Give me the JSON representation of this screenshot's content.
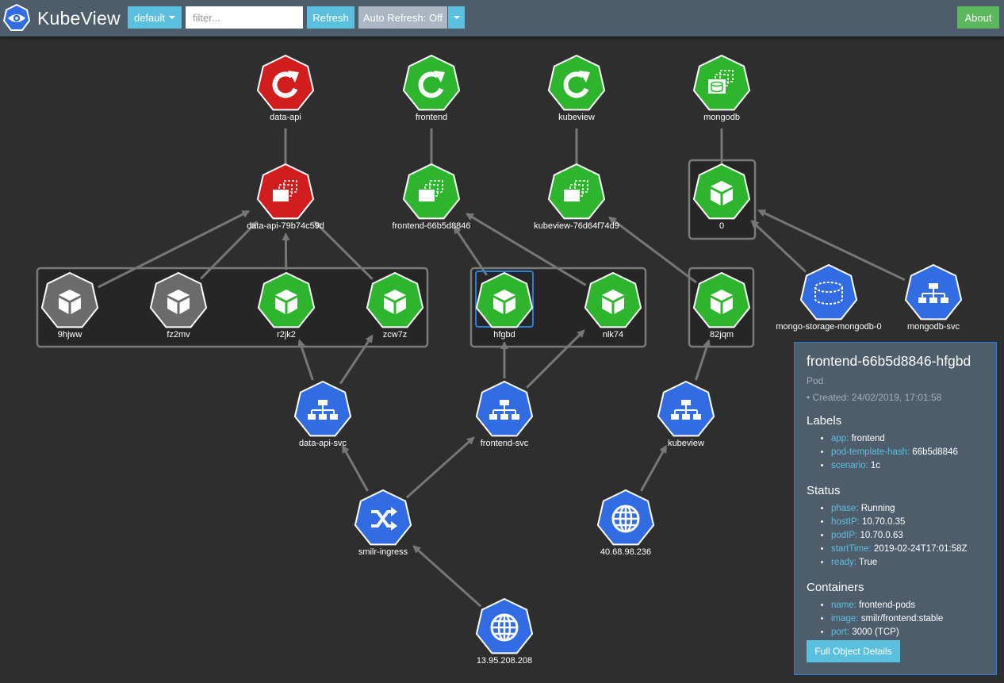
{
  "navbar": {
    "brand": "KubeView",
    "namespace_label": "default",
    "filter_placeholder": "filter...",
    "refresh_label": "Refresh",
    "auto_refresh_label": "Auto Refresh: Off",
    "about_label": "About"
  },
  "graph": {
    "nodes": [
      {
        "id": "dep-data-api",
        "label": "data-api",
        "kind": "deployment",
        "status": "red"
      },
      {
        "id": "dep-frontend",
        "label": "frontend",
        "kind": "deployment",
        "status": "green"
      },
      {
        "id": "dep-kubeview",
        "label": "kubeview",
        "kind": "deployment",
        "status": "green"
      },
      {
        "id": "ss-mongodb",
        "label": "mongodb",
        "kind": "statefulset",
        "status": "green"
      },
      {
        "id": "rs-data-api",
        "label": "data-api-79b74c59d",
        "kind": "replicaset",
        "status": "red"
      },
      {
        "id": "rs-frontend",
        "label": "frontend-66b5d8846",
        "kind": "replicaset",
        "status": "green"
      },
      {
        "id": "rs-kubeview",
        "label": "kubeview-76d64f74d9",
        "kind": "replicaset",
        "status": "green"
      },
      {
        "id": "pod-mongo-0",
        "label": "0",
        "kind": "pod",
        "status": "green"
      },
      {
        "id": "pod-9hjww",
        "label": "9hjww",
        "kind": "pod",
        "status": "grey"
      },
      {
        "id": "pod-fz2mv",
        "label": "fz2mv",
        "kind": "pod",
        "status": "grey"
      },
      {
        "id": "pod-r2jk2",
        "label": "r2jk2",
        "kind": "pod",
        "status": "green"
      },
      {
        "id": "pod-zcw7z",
        "label": "zcw7z",
        "kind": "pod",
        "status": "green"
      },
      {
        "id": "pod-hfgbd",
        "label": "hfgbd",
        "kind": "pod",
        "status": "green",
        "selected": true
      },
      {
        "id": "pod-nlk74",
        "label": "nlk74",
        "kind": "pod",
        "status": "green"
      },
      {
        "id": "pod-82jqm",
        "label": "82jqm",
        "kind": "pod",
        "status": "green"
      },
      {
        "id": "pvc-mongo",
        "label": "mongo-storage-mongodb-0",
        "kind": "pvc",
        "status": "blue"
      },
      {
        "id": "svc-mongodb",
        "label": "mongodb-svc",
        "kind": "service",
        "status": "blue"
      },
      {
        "id": "svc-data-api",
        "label": "data-api-svc",
        "kind": "service",
        "status": "blue"
      },
      {
        "id": "svc-frontend",
        "label": "frontend-svc",
        "kind": "service",
        "status": "blue"
      },
      {
        "id": "svc-kubeview",
        "label": "kubeview",
        "kind": "service",
        "status": "blue"
      },
      {
        "id": "ing-smilr",
        "label": "smilr-ingress",
        "kind": "ingress",
        "status": "blue"
      },
      {
        "id": "ip-40",
        "label": "40.68.98.236",
        "kind": "ip",
        "status": "blue"
      },
      {
        "id": "ip-13",
        "label": "13.95.208.208",
        "kind": "ip",
        "status": "blue"
      }
    ],
    "edges": [
      [
        "dep-data-api",
        "rs-data-api"
      ],
      [
        "dep-frontend",
        "rs-frontend"
      ],
      [
        "dep-kubeview",
        "rs-kubeview"
      ],
      [
        "ss-mongodb",
        "pod-mongo-0"
      ],
      [
        "rs-data-api",
        "pod-9hjww"
      ],
      [
        "rs-data-api",
        "pod-fz2mv"
      ],
      [
        "rs-data-api",
        "pod-r2jk2"
      ],
      [
        "rs-data-api",
        "pod-zcw7z"
      ],
      [
        "rs-frontend",
        "pod-hfgbd"
      ],
      [
        "rs-frontend",
        "pod-nlk74"
      ],
      [
        "rs-kubeview",
        "pod-82jqm"
      ],
      [
        "pod-mongo-0",
        "pvc-mongo"
      ],
      [
        "pod-mongo-0",
        "svc-mongodb"
      ],
      [
        "pod-r2jk2",
        "svc-data-api"
      ],
      [
        "pod-zcw7z",
        "svc-data-api"
      ],
      [
        "pod-hfgbd",
        "svc-frontend"
      ],
      [
        "pod-nlk74",
        "svc-frontend"
      ],
      [
        "pod-82jqm",
        "svc-kubeview"
      ],
      [
        "svc-data-api",
        "ing-smilr"
      ],
      [
        "svc-frontend",
        "ing-smilr"
      ],
      [
        "svc-kubeview",
        "ip-40"
      ],
      [
        "ing-smilr",
        "ip-13"
      ]
    ],
    "colors": {
      "green": "#2db52d",
      "red": "#d11d1d",
      "grey": "#6b6b6b",
      "blue": "#326ce5",
      "edge": "#777777",
      "group": "#7a7a7a",
      "selected": "#2b7fd8"
    }
  },
  "panel": {
    "title": "frontend-66b5d8846-hfgbd",
    "type": "Pod",
    "created": "• Created: 24/02/2019, 17:01:58",
    "labels_heading": "Labels",
    "labels": [
      {
        "key": "app:",
        "value": "frontend"
      },
      {
        "key": "pod-template-hash:",
        "value": "66b5d8846"
      },
      {
        "key": "scenario:",
        "value": "1c"
      }
    ],
    "status_heading": "Status",
    "status": [
      {
        "key": "phase:",
        "value": "Running"
      },
      {
        "key": "hostIP:",
        "value": "10.70.0.35"
      },
      {
        "key": "podIP:",
        "value": "10.70.0.63"
      },
      {
        "key": "startTime:",
        "value": "2019-02-24T17:01:58Z"
      },
      {
        "key": "ready:",
        "value": "True"
      }
    ],
    "containers_heading": "Containers",
    "containers": [
      {
        "key": "name:",
        "value": "frontend-pods"
      },
      {
        "key": "image:",
        "value": "smilr/frontend:stable"
      },
      {
        "key": "port:",
        "value": "3000 (TCP)"
      }
    ],
    "details_button": "Full Object Details"
  }
}
